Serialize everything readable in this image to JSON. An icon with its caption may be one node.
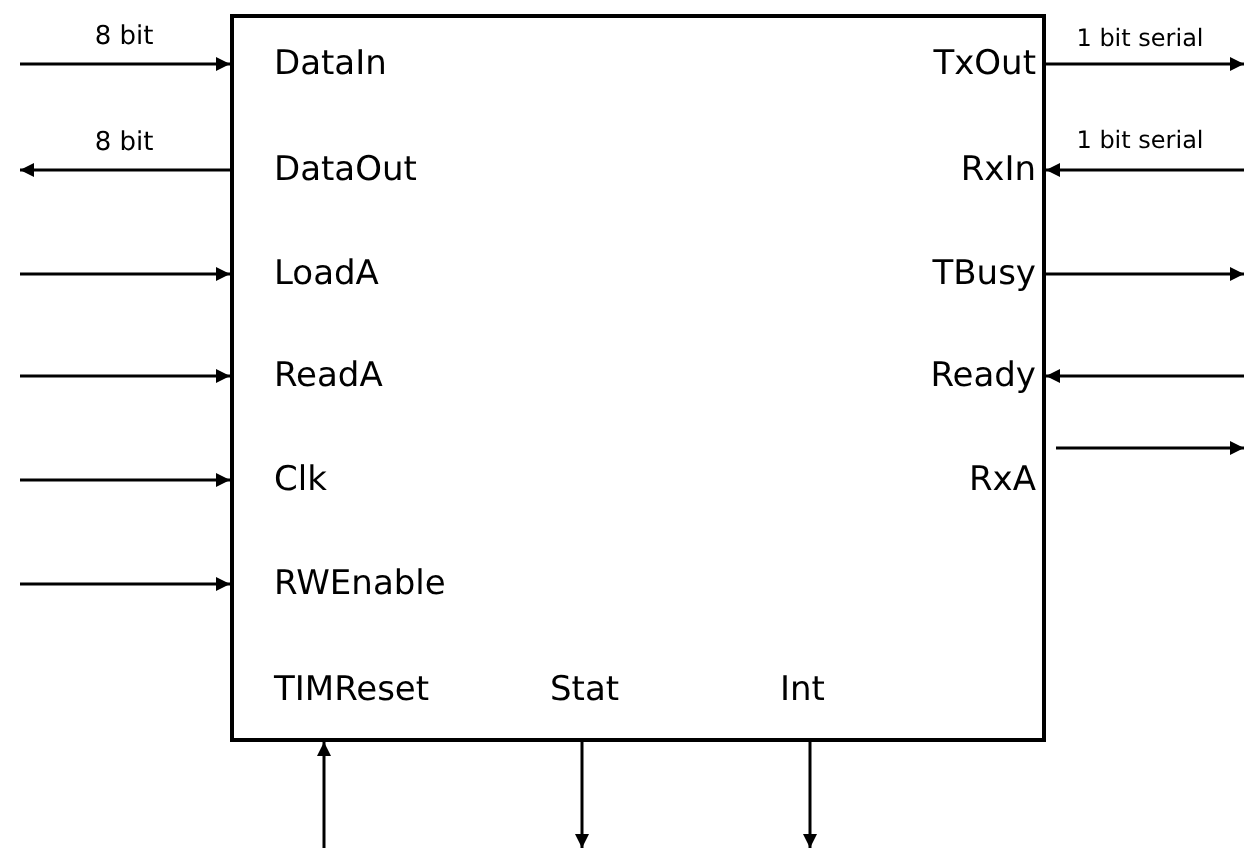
{
  "diagram": {
    "nodes": [
      {
        "text": [],
        "shape": "box"
      },
      {
        "text": [
          "DataIn"
        ],
        "in": 0
      },
      {
        "text": [
          "TxOut"
        ],
        "in": 0
      },
      {
        "text": [
          "DataOut"
        ],
        "in": 0
      },
      {
        "text": [
          "RxIn"
        ],
        "in": 0
      },
      {
        "text": [
          "LoadA"
        ],
        "in": 0
      },
      {
        "text": [
          "TBusy"
        ],
        "in": 0
      },
      {
        "text": [
          "ReadA"
        ],
        "in": 0
      },
      {
        "text": [
          "Ready"
        ],
        "in": 0
      },
      {
        "text": [
          "Clk"
        ],
        "in": 0
      },
      {
        "text": [
          "RxA"
        ],
        "in": 0
      },
      {
        "text": [
          "RWEnable"
        ],
        "in": 0
      },
      {
        "text": [
          "TIMReset"
        ],
        "in": 0
      },
      {
        "text": [
          "Stat"
        ],
        "in": 0
      },
      {
        "text": [
          "Int"
        ],
        "in": 0
      }
    ],
    "edges": [
      {
        "from": null,
        "to": 1,
        "arrow": "to",
        "label": "8 bit"
      },
      {
        "from": 3,
        "to": null,
        "arrow": "to",
        "label": "8 bit"
      },
      {
        "from": null,
        "to": 5,
        "arrow": "to"
      },
      {
        "from": null,
        "to": 7,
        "arrow": "to"
      },
      {
        "from": null,
        "to": 9,
        "arrow": "to"
      },
      {
        "from": null,
        "to": 11,
        "arrow": "to"
      },
      {
        "from": 2,
        "to": null,
        "arrow": "to",
        "label": "1 bit serial"
      },
      {
        "from": null,
        "to": 4,
        "arrow": "to",
        "label": "1 bit serial"
      },
      {
        "from": 6,
        "to": null,
        "arrow": "to"
      },
      {
        "from": null,
        "to": 8,
        "arrow": "to"
      },
      {
        "from": 10,
        "to": null,
        "arrow": "to"
      },
      {
        "from": null,
        "to": 12,
        "arrow": "to"
      },
      {
        "from": 13,
        "to": null,
        "arrow": "to"
      },
      {
        "from": 14,
        "to": null,
        "arrow": "to"
      }
    ]
  }
}
